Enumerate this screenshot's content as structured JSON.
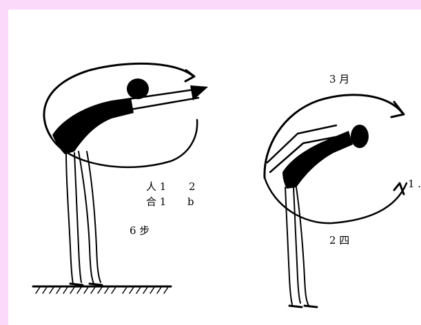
{
  "background_color": "#fbd9fb",
  "canvas_color": "#ffffff",
  "ink_color": "#000000",
  "left_figure": {
    "labels": {
      "pair_top_left": "人 1",
      "pair_top_right": "2",
      "pair_bottom_left": "合 1",
      "pair_bottom_right": "b",
      "beat": "6 步"
    }
  },
  "right_figure": {
    "labels": {
      "top": "3 月",
      "right": "1 .",
      "bottom": "2 四"
    }
  }
}
